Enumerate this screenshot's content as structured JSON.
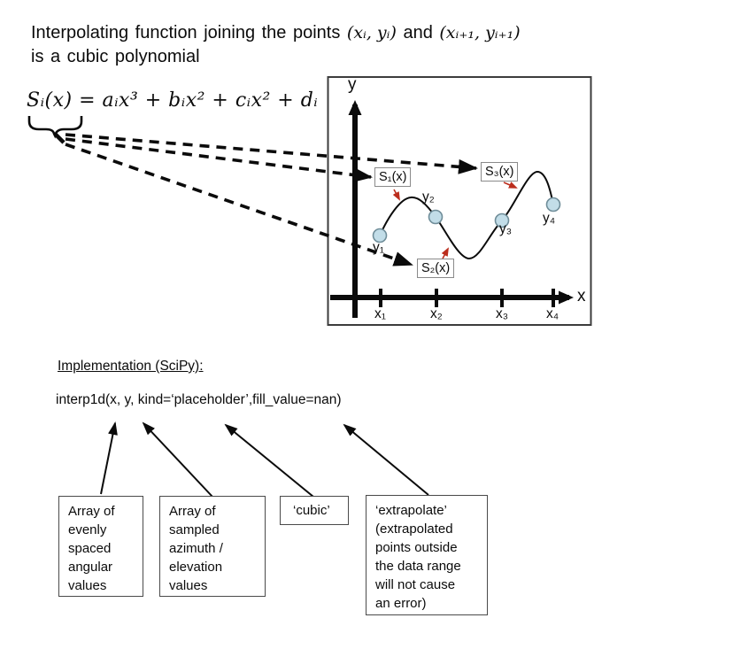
{
  "slide": {
    "title": {
      "part1": "Interpolating function joining the points ",
      "math1": "(xᵢ, yᵢ)",
      "part2": " and ",
      "math2": "(xᵢ₊₁, yᵢ₊₁)",
      "line2": "is a cubic polynomial"
    },
    "formula": "Sᵢ(x) = aᵢx³ + bᵢx² + cᵢx² + dᵢ",
    "graph": {
      "y_axis_label": "y",
      "x_axis_label": "x",
      "segments": [
        "S₁(x)",
        "S₂(x)",
        "S₃(x)"
      ],
      "point_labels": [
        "y₁",
        "y₂",
        "y₃",
        "y₄"
      ],
      "x_tick_labels": [
        "x₁",
        "x₂",
        "x₃",
        "x₄"
      ]
    },
    "implementation": {
      "heading": "Implementation (SciPy):",
      "code": "interp1d(x, y, kind=‘placeholder’,fill_value=nan)"
    },
    "callouts": [
      {
        "text": "Array of\nevenly\nspaced\nangular\nvalues"
      },
      {
        "text": "Array of\nsampled\nazimuth /\nelevation\nvalues"
      },
      {
        "text": "‘cubic’"
      },
      {
        "text": "‘extrapolate’\n(extrapolated\npoints outside\nthe data range\nwill not cause\nan error)"
      }
    ],
    "colors": {
      "accent_red": "#bb2d1d",
      "point_fill": "#c2dde8",
      "point_stroke": "#6f8d99",
      "line_black": "#0b0b0b"
    }
  }
}
